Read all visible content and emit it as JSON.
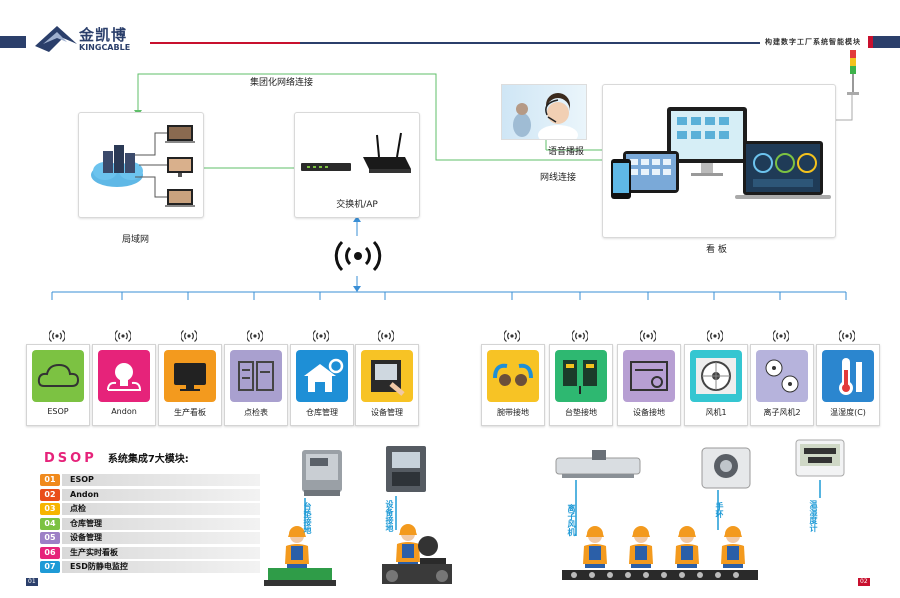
{
  "header": {
    "brand_cn": "金凯博",
    "brand_en": "KINGCABLE",
    "tagline": "构建数字工厂系统智能模块",
    "page_left": "01",
    "page_right": "02",
    "colors": {
      "brand_blue": "#2b3f6b",
      "accent_red": "#c8102e"
    }
  },
  "network": {
    "group_link": "集团化网络连接",
    "voice": "语音播报",
    "wired": "网线连接",
    "lan": "局域网",
    "switch": "交换机/AP",
    "board": "看 板"
  },
  "modules_left": [
    {
      "label": "ESOP",
      "color": "#7cc242",
      "icon": "cloud-icon"
    },
    {
      "label": "Andon",
      "color": "#e6237a",
      "icon": "bulb-icon"
    },
    {
      "label": "生产看板",
      "color": "#f39a1e",
      "icon": "monitor-icon"
    },
    {
      "label": "点检表",
      "color": "#a9a0cf",
      "icon": "checklist-icon"
    },
    {
      "label": "仓库管理",
      "color": "#1e8fd6",
      "icon": "warehouse-icon"
    },
    {
      "label": "设备管理",
      "color": "#f7c325",
      "icon": "device-icon"
    }
  ],
  "modules_right": [
    {
      "label": "腕带接地",
      "color": "#f7c325",
      "icon": "wrist-strap-icon"
    },
    {
      "label": "台垫接地",
      "color": "#2eb871",
      "icon": "mat-icon"
    },
    {
      "label": "设备接地",
      "color": "#b79fd3",
      "icon": "equipment-icon"
    },
    {
      "label": "风机1",
      "color": "#35c6d1",
      "icon": "fan-icon"
    },
    {
      "label": "离子风机2",
      "color": "#b6b3dc",
      "icon": "ion-fan-icon"
    },
    {
      "label": "温湿度(C)",
      "color": "#2b86cf",
      "icon": "thermometer-icon"
    }
  ],
  "dsop": {
    "title_latin": "DSOP",
    "title_cn": "系统集成7大模块:",
    "items": [
      {
        "num": "01",
        "label": "ESOP",
        "color": "#f08a1d"
      },
      {
        "num": "02",
        "label": "Andon",
        "color": "#e94e1b"
      },
      {
        "num": "03",
        "label": "点检",
        "color": "#f7b500"
      },
      {
        "num": "04",
        "label": "仓库管理",
        "color": "#7cc242"
      },
      {
        "num": "05",
        "label": "设备管理",
        "color": "#9c7fc6"
      },
      {
        "num": "06",
        "label": "生产实时看板",
        "color": "#e6237a"
      },
      {
        "num": "07",
        "label": "ESD防静电监控",
        "color": "#1e9ad6"
      }
    ]
  },
  "devices": {
    "table_ground": "台垫接地",
    "equipment_ground": "设备接地",
    "ion_fan": "离子风机",
    "wrist": "手环",
    "th_meter": "温湿度计"
  }
}
